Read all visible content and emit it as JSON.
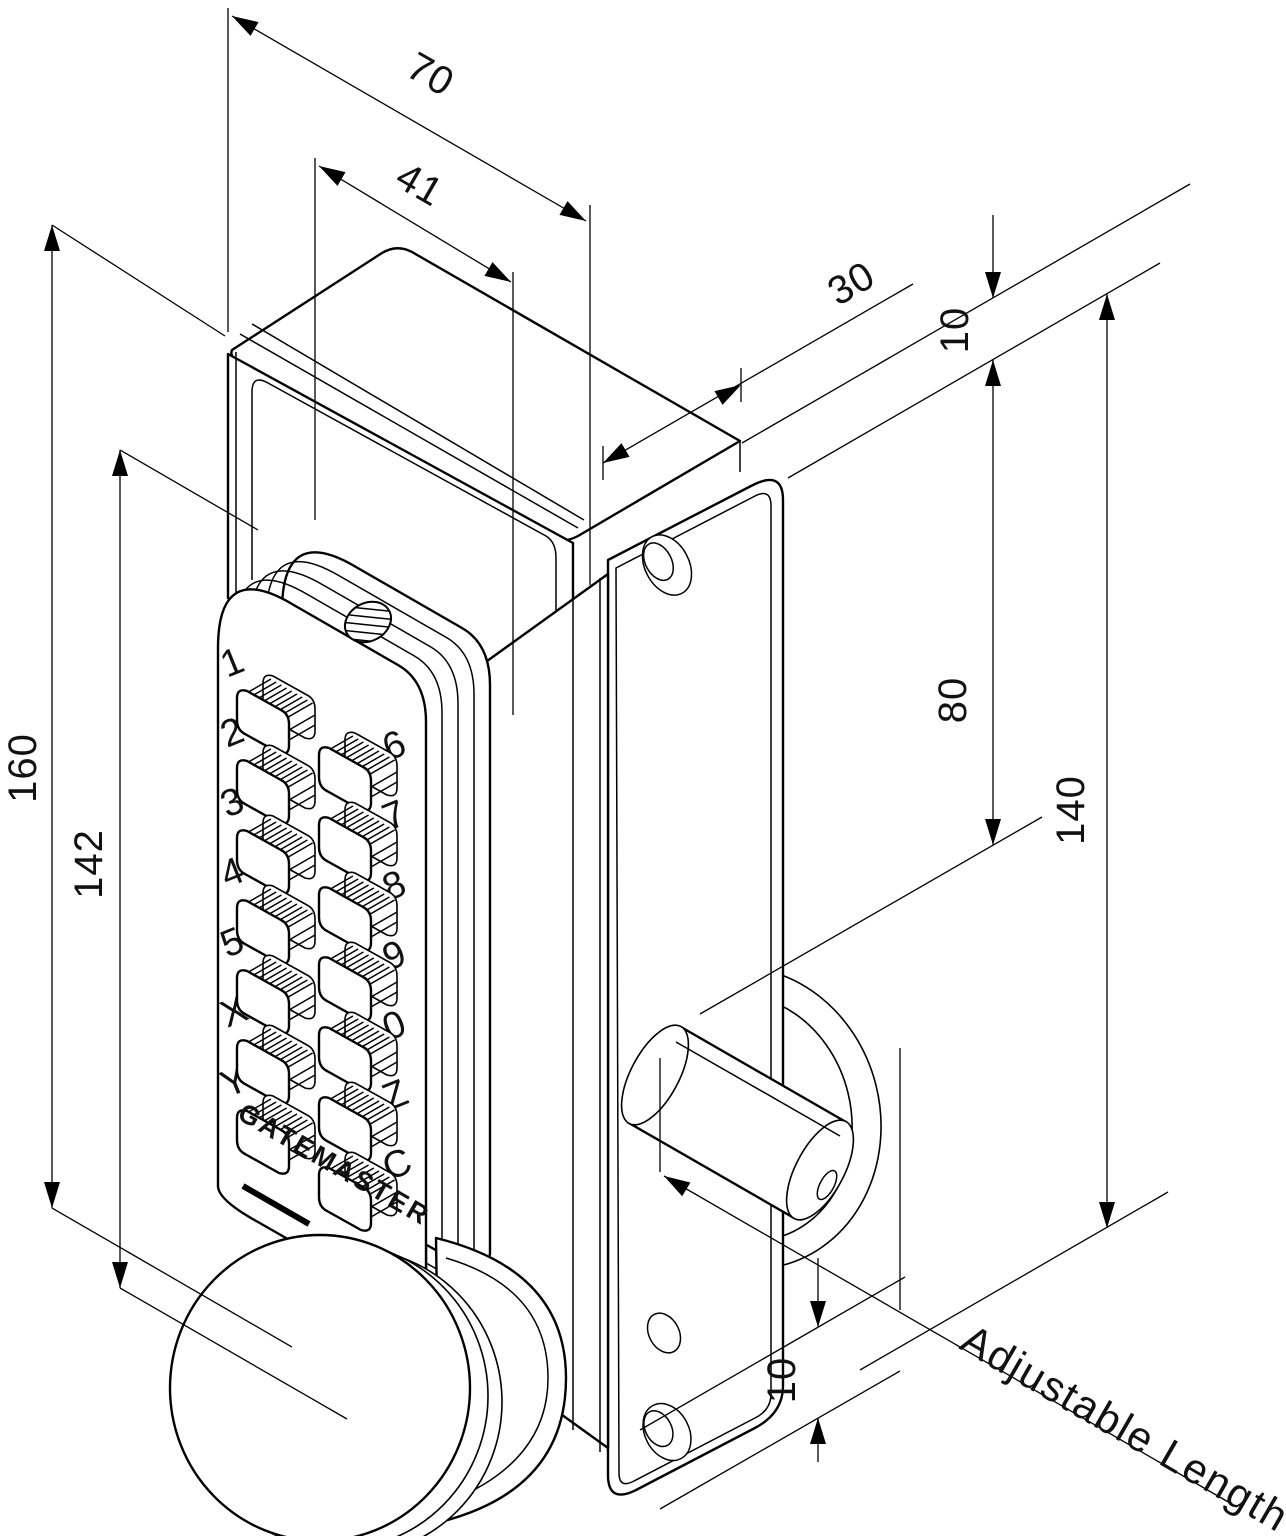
{
  "drawing": {
    "background_color": "#ffffff",
    "line_color": "#000000",
    "brand": "GATEMASTER",
    "note_adjustable": "Adjustable Length",
    "dims": {
      "overall_width": "70",
      "keypad_width": "41",
      "body_depth": "30",
      "plate_top_gap": "10",
      "plate_hole_span": "80",
      "plate_height": "140",
      "overall_height": "160",
      "keypad_height": "142",
      "plate_bottom_gap": "10"
    },
    "keypad": {
      "left_labels": [
        "1",
        "2",
        "3",
        "4",
        "5",
        "X",
        "Y"
      ],
      "right_labels": [
        "6",
        "7",
        "8",
        "9",
        "0",
        "Z",
        "C"
      ]
    }
  }
}
